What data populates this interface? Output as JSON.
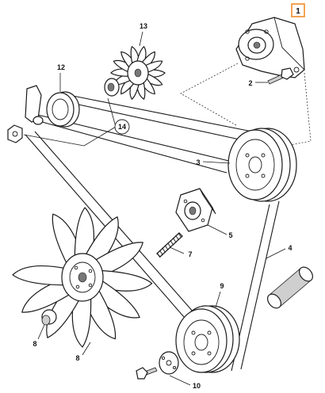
{
  "callouts": {
    "c1": "1",
    "c2": "2",
    "c3": "3",
    "c4": "4",
    "c5": "5",
    "c7": "7",
    "c8": "8",
    "c8b": "8",
    "c9": "9",
    "c10": "10",
    "c12": "12",
    "c13": "13",
    "c14": "14"
  },
  "colors": {
    "highlight_box": "#f28c28",
    "ink": "#1a1a1a"
  }
}
